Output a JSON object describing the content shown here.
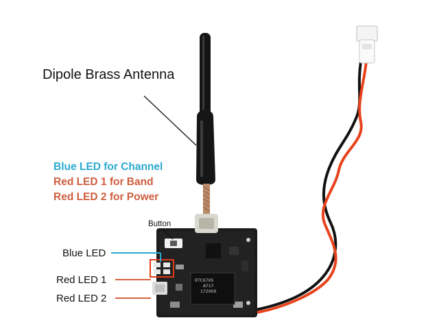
{
  "labels": {
    "antenna": "Dipole Brass Antenna",
    "button": "Button",
    "blue_led": "Blue LED",
    "red_led_1": "Red LED 1",
    "red_led_2": "Red LED 2"
  },
  "legend": {
    "blue": "Blue LED for Channel",
    "red1": "Red LED 1 for Band",
    "red2": "Red LED 2 for Power"
  },
  "chip_marking": [
    "RTC6705",
    "A717",
    "172060"
  ],
  "colors": {
    "blue_text": "#2aa9cf",
    "red_text": "#cf5e3e",
    "blue_pointer": "#2aa9cf",
    "red_pointer": "#d9603a",
    "led_highlight_box": "#e23a1a",
    "wire_red": "#e8431c",
    "wire_black": "#111111"
  }
}
